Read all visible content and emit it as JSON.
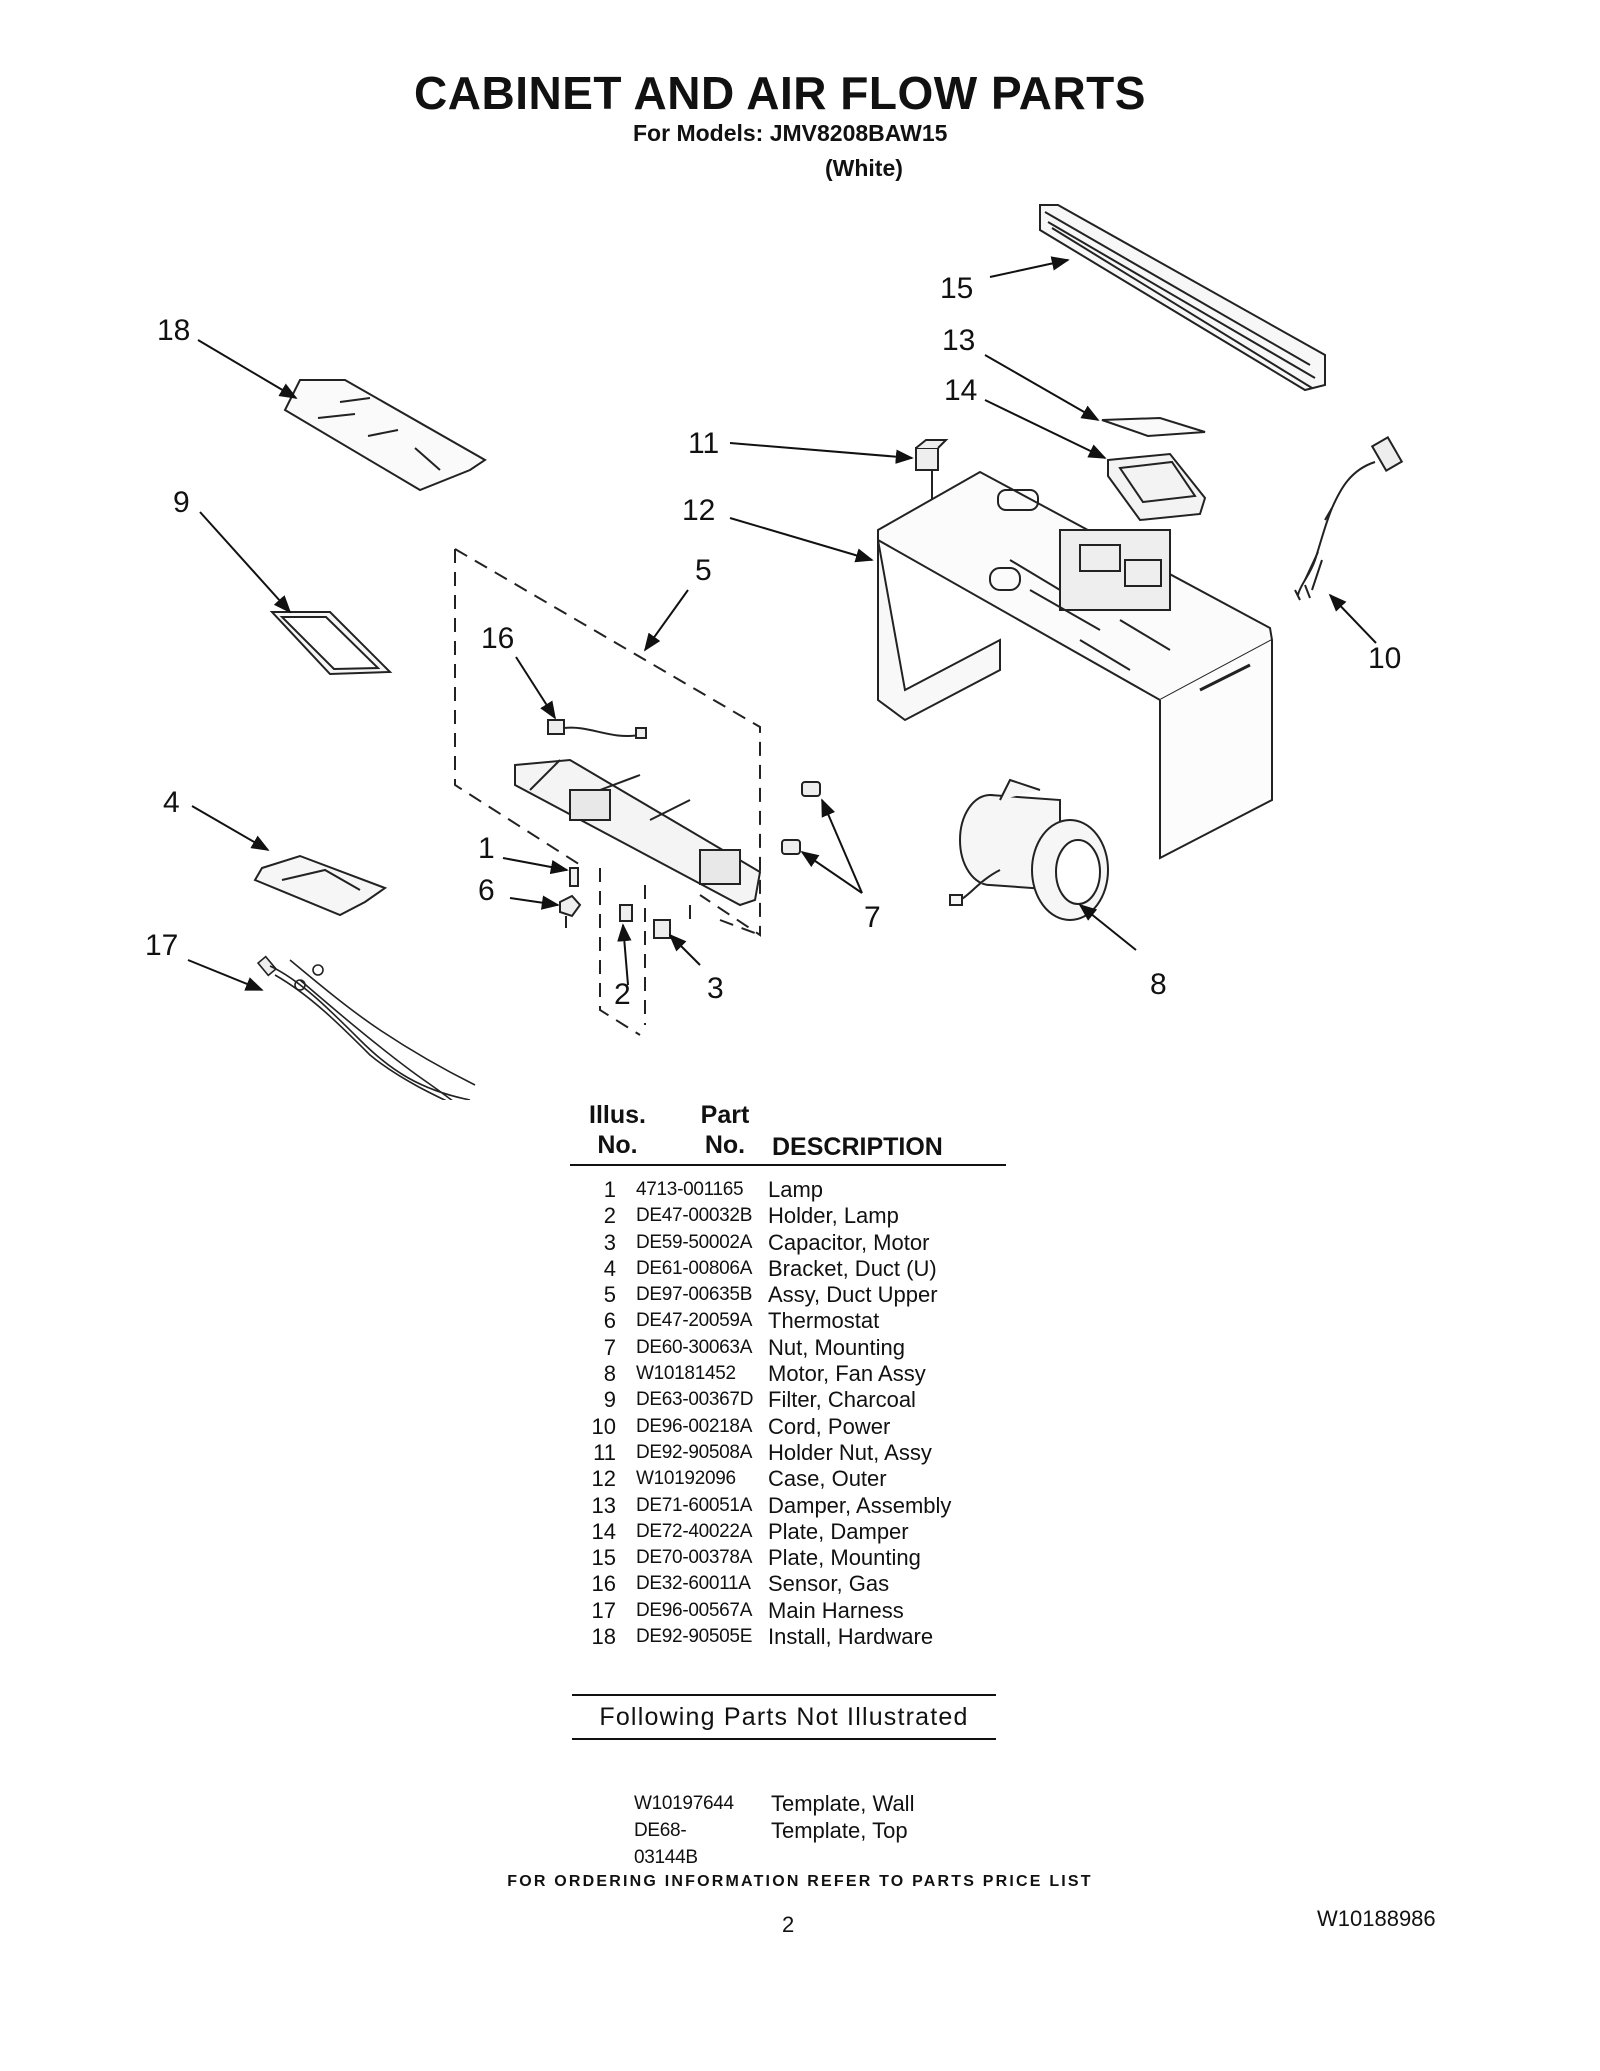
{
  "header": {
    "title": "CABINET AND AIR FLOW PARTS",
    "models": "For Models: JMV8208BAW15",
    "color": "(White)"
  },
  "callouts": [
    "1",
    "2",
    "3",
    "4",
    "5",
    "6",
    "7",
    "8",
    "9",
    "10",
    "11",
    "12",
    "13",
    "14",
    "15",
    "16",
    "17",
    "18"
  ],
  "table": {
    "col_illus": [
      "Illus.",
      "No."
    ],
    "col_part": [
      "Part",
      "No."
    ],
    "col_desc": "DESCRIPTION",
    "rows": [
      {
        "no": "1",
        "part": "4713-001165",
        "desc": "Lamp"
      },
      {
        "no": "2",
        "part": "DE47-00032B",
        "desc": "Holder, Lamp"
      },
      {
        "no": "3",
        "part": "DE59-50002A",
        "desc": "Capacitor, Motor"
      },
      {
        "no": "4",
        "part": "DE61-00806A",
        "desc": "Bracket, Duct (U)"
      },
      {
        "no": "5",
        "part": "DE97-00635B",
        "desc": "Assy, Duct Upper"
      },
      {
        "no": "6",
        "part": "DE47-20059A",
        "desc": "Thermostat"
      },
      {
        "no": "7",
        "part": "DE60-30063A",
        "desc": "Nut, Mounting"
      },
      {
        "no": "8",
        "part": "W10181452",
        "desc": "Motor, Fan Assy"
      },
      {
        "no": "9",
        "part": "DE63-00367D",
        "desc": "Filter, Charcoal"
      },
      {
        "no": "10",
        "part": "DE96-00218A",
        "desc": "Cord, Power"
      },
      {
        "no": "11",
        "part": "DE92-90508A",
        "desc": "Holder Nut, Assy"
      },
      {
        "no": "12",
        "part": "W10192096",
        "desc": "Case, Outer"
      },
      {
        "no": "13",
        "part": "DE71-60051A",
        "desc": "Damper, Assembly"
      },
      {
        "no": "14",
        "part": "DE72-40022A",
        "desc": "Plate, Damper"
      },
      {
        "no": "15",
        "part": "DE70-00378A",
        "desc": "Plate, Mounting"
      },
      {
        "no": "16",
        "part": "DE32-60011A",
        "desc": "Sensor, Gas"
      },
      {
        "no": "17",
        "part": "DE96-00567A",
        "desc": "Main Harness"
      },
      {
        "no": "18",
        "part": "DE92-90505E",
        "desc": "Install, Hardware"
      }
    ]
  },
  "not_illustrated": {
    "heading": "Following Parts Not Illustrated",
    "rows": [
      {
        "part": "W10197644",
        "desc": "Template, Wall"
      },
      {
        "part": "DE68-03144B",
        "desc": "Template, Top"
      }
    ]
  },
  "footer": {
    "ordering": "FOR ORDERING INFORMATION REFER TO PARTS PRICE LIST",
    "page_number": "2",
    "doc_number": "W10188986"
  }
}
